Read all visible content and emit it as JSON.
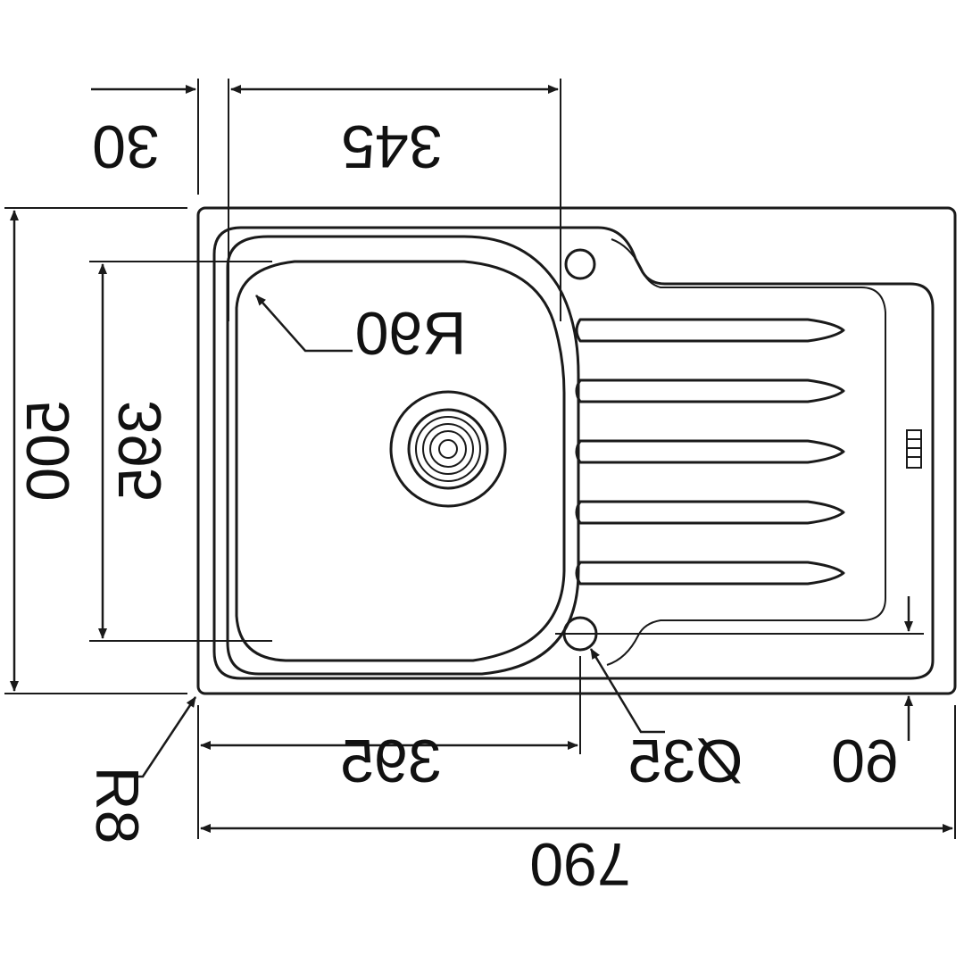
{
  "dimensions": {
    "top_left": "30",
    "top_right": "345",
    "bowl_radius": "R90",
    "total_depth": "500",
    "bowl_depth": "395",
    "bowl_width": "395",
    "waste_diameter": "Ø35",
    "drainer_offset": "60",
    "corner_radius": "R8",
    "total_width": "790"
  }
}
